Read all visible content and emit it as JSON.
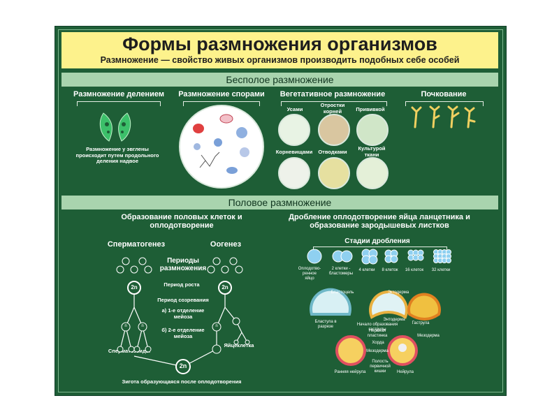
{
  "header": {
    "title": "Формы размножения организмов",
    "subtitle": "Размножение — свойство живых организмов производить подобных себе особей"
  },
  "asexual": {
    "heading": "Бесполое размножение",
    "division": {
      "title": "Размножение делением",
      "caption": "Размножение у эвглены происходит путем продольного деления надвое"
    },
    "spores": {
      "title": "Размножение спорами"
    },
    "vegetative": {
      "title": "Вегетативное размножение",
      "items": [
        "Усами",
        "Отростки корней",
        "Прививкой",
        "Корневищами",
        "Отводками",
        "Культурой ткани"
      ]
    },
    "budding": {
      "title": "Почкование"
    }
  },
  "sexual": {
    "heading": "Половое размножение",
    "gametes": {
      "title": "Образование половых клеток и оплодотворение",
      "spermatogenesis": "Сперматогенез",
      "oogenesis": "Оогенез",
      "growth_periods": "Периоды размножения",
      "growth_period": "Период роста",
      "maturation_period": "Период созревания",
      "meiosis1": "а) 1-е отделение мейоза",
      "meiosis2": "б) 2-е отделение мейоза",
      "sperm": "Сперматозоиды",
      "egg": "Яйцеклетка",
      "zygote": "Зигота образующаяся после оплодотворения",
      "cell_2n": "2n",
      "cell_n": "n"
    },
    "cleavage": {
      "title": "Дробление оплодотворение яйца ланцетника и образование зародышевых листков",
      "stages_title": "Стадии дробления",
      "stages": [
        "Оплодотво-ренное яйцо",
        "2 клетки - бластомеры",
        "4 клетки",
        "8 клеток",
        "16 клеток",
        "32 клетки"
      ],
      "blastocoel": "Бластоцель",
      "ectoderm": "Эктодерма",
      "entoderm": "Энтодерма",
      "blastula": "Бластула в разрезе",
      "gastrulation_start": "Начало образования гаструлы",
      "gastrula": "Гаструла",
      "neural_plate": "Нервная пластинка",
      "chord": "Хорда",
      "mesoderm": "Мезодерма",
      "mesoderm2": "Мезодерма",
      "gut_cavity": "Полость первичной кишки",
      "early_neurula": "Ранняя нейрула",
      "neurula": "Нейрула"
    }
  },
  "colors": {
    "board": "#1e5e36",
    "title_band": "#fdf28c",
    "section_bar": "#a9d4ae"
  }
}
